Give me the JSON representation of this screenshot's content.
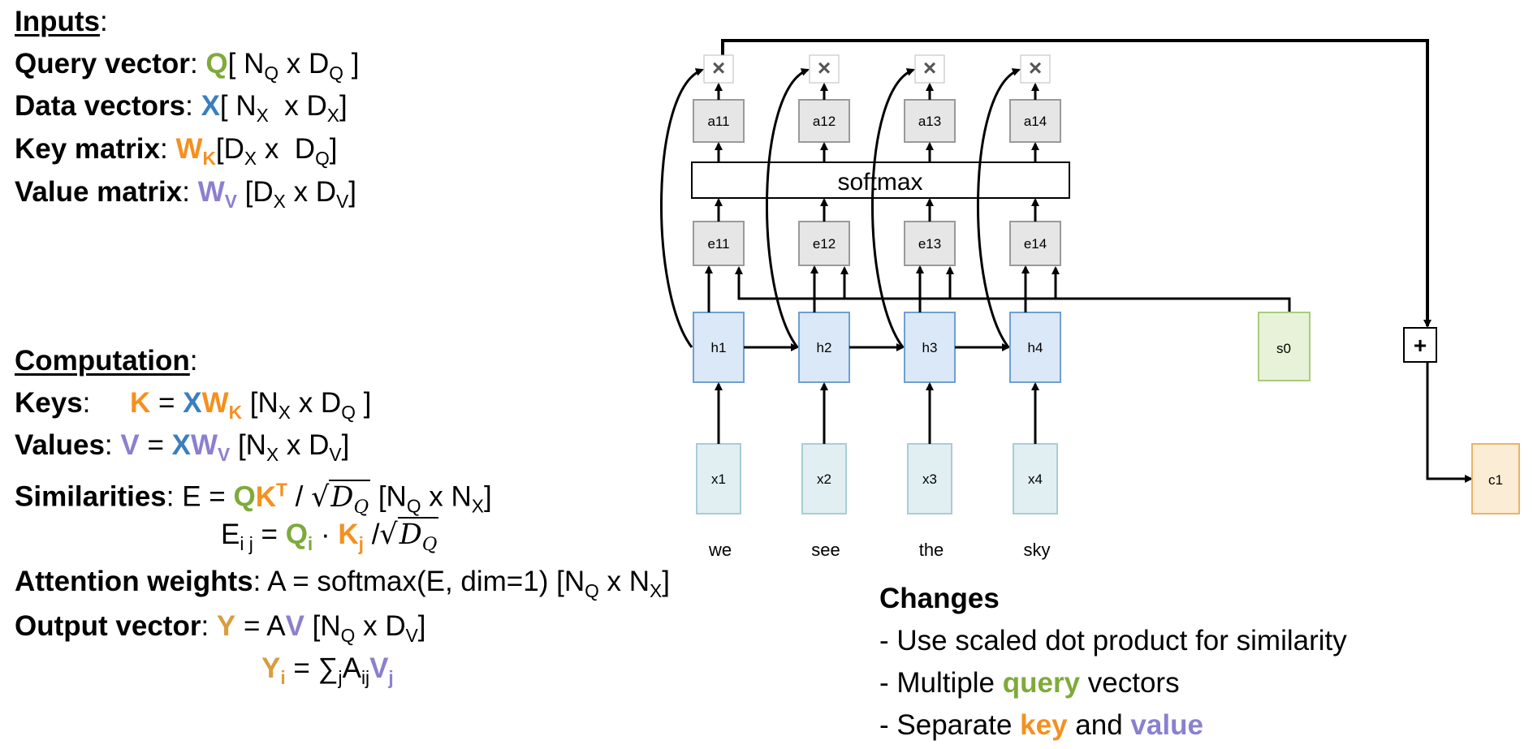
{
  "inputs": {
    "heading": "Inputs",
    "query_label": "Query vector",
    "data_label": "Data vectors",
    "key_label": "Key matrix",
    "value_label": "Value matrix"
  },
  "computation": {
    "heading": "Computation",
    "keys_label": "Keys",
    "values_label": "Values",
    "similarities_label": "Similarities",
    "attention_label": "Attention weights",
    "attention_formula": "A = softmax(E, dim=1)",
    "output_label": "Output vector"
  },
  "diagram": {
    "softmax_label": "softmax",
    "a_nodes": [
      "a11",
      "a12",
      "a13",
      "a14"
    ],
    "e_nodes": [
      "e11",
      "e12",
      "e13",
      "e14"
    ],
    "h_nodes": [
      "h1",
      "h2",
      "h3",
      "h4"
    ],
    "x_nodes": [
      "x1",
      "x2",
      "x3",
      "x4"
    ],
    "words": [
      "we",
      "see",
      "the",
      "sky"
    ],
    "s_node": "s0",
    "c_node": "c1",
    "mult_symbol": "×",
    "plus_symbol": "+"
  },
  "changes": {
    "heading": "Changes",
    "item1": "- Use scaled dot product for similarity",
    "item2_pre": "- Multiple ",
    "item2_hl": "query",
    "item2_post": " vectors",
    "item3_pre": "- Separate ",
    "item3_key": "key",
    "item3_mid": " and ",
    "item3_value": "value"
  },
  "colors": {
    "query_green": "#7faa3a",
    "data_blue": "#3a7fbd",
    "key_orange": "#f5901e",
    "value_purple": "#8b80cf",
    "output_gold": "#d79e3e",
    "h_fill": "#dbe8f7",
    "h_border": "#6e9fd2",
    "x_fill": "#e1eff2",
    "x_border": "#a8cdd6",
    "s_fill": "#e8f2d8",
    "s_border": "#a9cc7c",
    "c_fill": "#fbecd6",
    "c_border": "#e8b56a",
    "gray_fill": "#e6e6e6",
    "gray_border": "#9a9a9a"
  }
}
